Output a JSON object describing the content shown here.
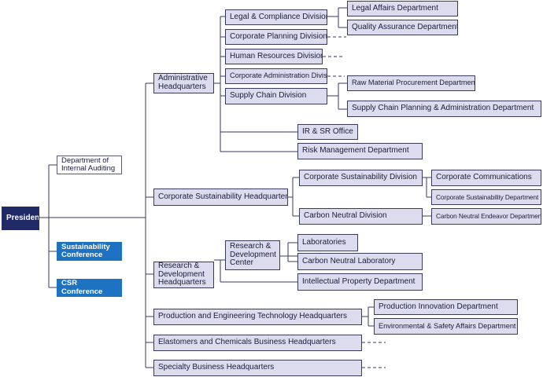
{
  "org": {
    "president": "President",
    "internal_audit": "Department of Internal Auditing",
    "sustainability_conference": "Sustainability Conference",
    "csr_conference": "CSR Conference",
    "admin_hq": "Administrative Headquarters",
    "legal_division": "Legal & Compliance Division",
    "legal_affairs": "Legal Affairs Department",
    "quality_assurance": "Quality Assurance Department",
    "corp_planning": "Corporate Planning Division",
    "hr_division": "Human Resources Division",
    "corp_admin": "Corporate Administration Division",
    "supply_chain": "Supply Chain Division",
    "raw_material": "Raw Material Procurement Department",
    "supply_chain_planning": "Supply Chain Planning & Administration Department",
    "ir_sr": "IR & SR Office",
    "risk_mgmt": "Risk Management Department",
    "corp_sus_hq": "Corporate Sustainability Headquarters",
    "corp_sus_div": "Corporate Sustainability Division",
    "corp_comm": "Corporate Communications",
    "corp_sus_dept": "Corporate Sustainability Department",
    "carbon_div": "Carbon Neutral Division",
    "carbon_endeavor": "Carbon Neutral Endeavor Department",
    "rd_hq": "Research & Development Headquarters",
    "rd_center": "Research & Development Center",
    "laboratories": "Laboratories",
    "carbon_lab": "Carbon Neutral Laboratory",
    "ip_dept": "Intellectual Property Department",
    "prod_eng_hq": "Production and Engineering Technology Headquarters",
    "prod_innovation": "Production Innovation Department",
    "env_safety": "Environmental & Safety Affairs Department",
    "elastomers_hq": "Elastomers and Chemicals Business Headquarters",
    "specialty_hq": "Specialty Business Headquarters"
  },
  "colors": {
    "president": "#1f2a66",
    "conference": "#1e72c2",
    "unit_fill": "#dcdcee",
    "line": "#3a3a5c"
  }
}
